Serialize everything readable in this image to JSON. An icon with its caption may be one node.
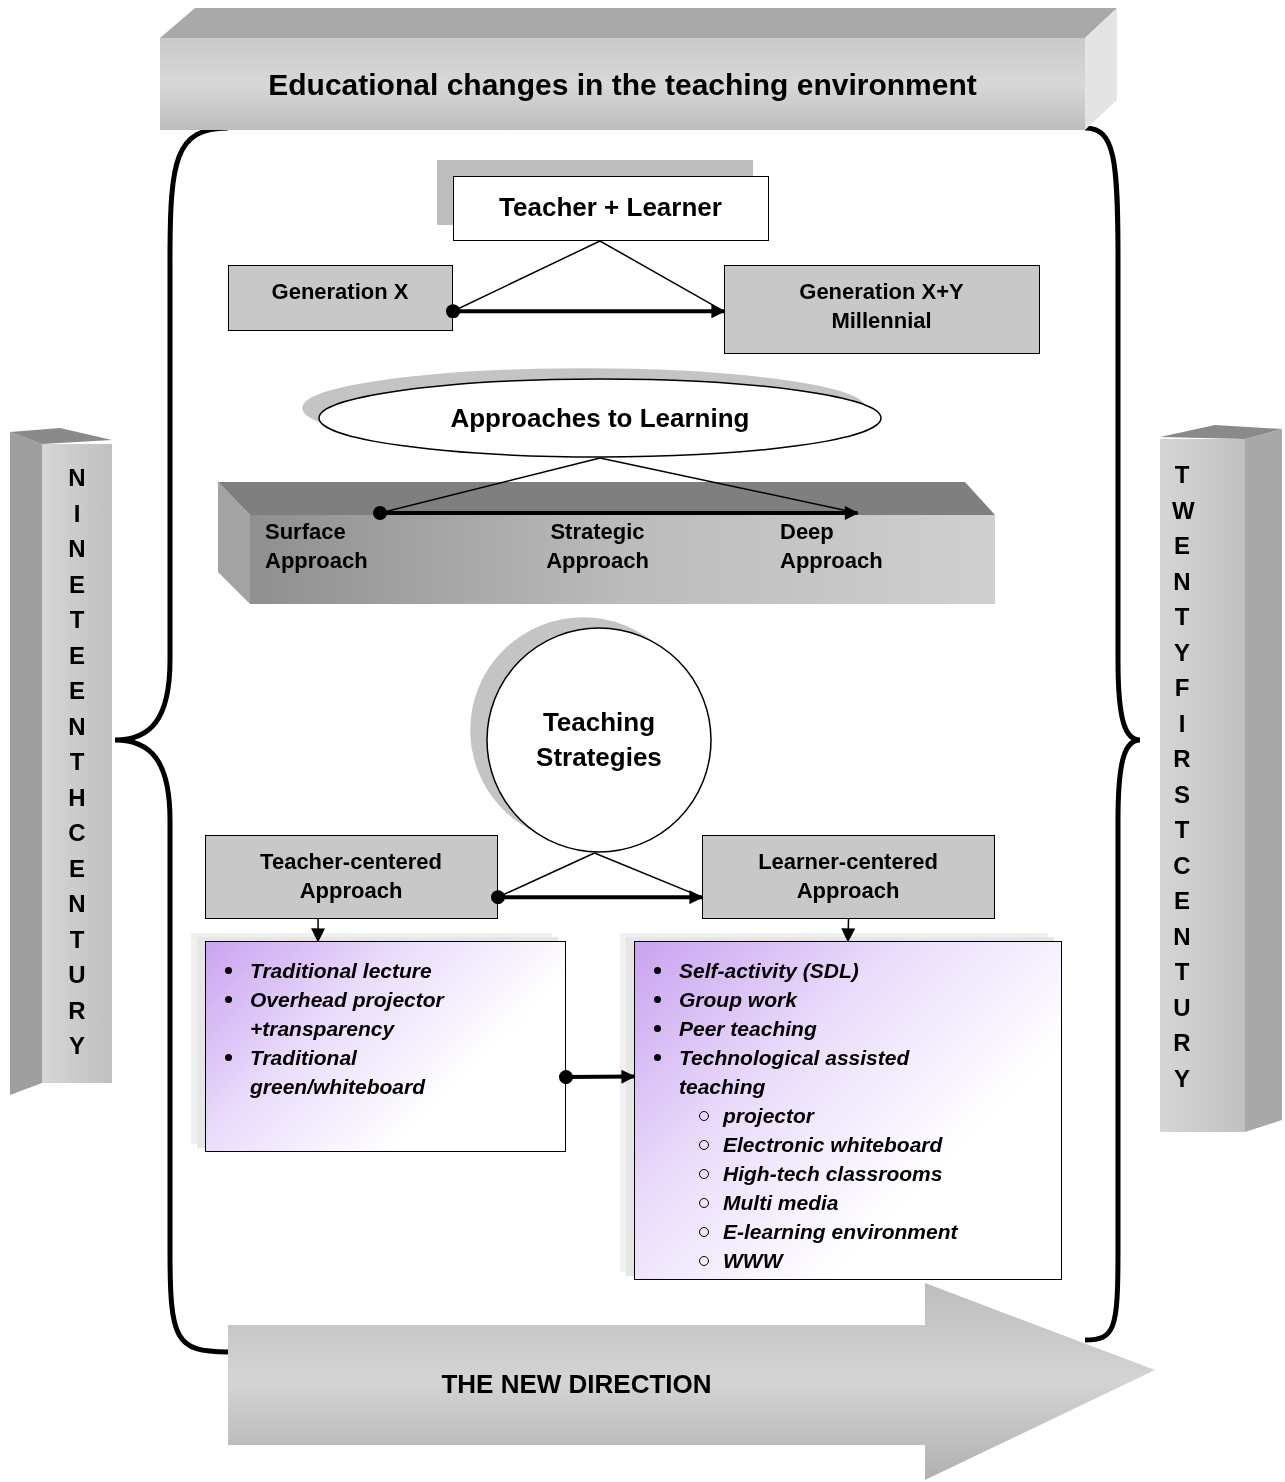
{
  "diagram": {
    "nodes": [
      {
        "text": [
          "Educational changes in the teaching environment"
        ]
      },
      {
        "text": [
          "Teacher + Learner"
        ]
      },
      {
        "text": [
          "Generation X"
        ]
      },
      {
        "text": [
          "Generation X+Y Millennial"
        ]
      },
      {
        "text": [
          "Approaches to Learning"
        ]
      },
      {
        "text": [],
        "shape": "bar"
      },
      {
        "text": [
          "Surface Approach"
        ],
        "in": 5
      },
      {
        "text": [
          "Strategic Approach"
        ],
        "in": 5
      },
      {
        "text": [
          "Deep Approach"
        ],
        "in": 5
      },
      {
        "text": [
          "Teaching Strategies"
        ]
      },
      {
        "text": [
          "Teacher-centered Approach"
        ]
      },
      {
        "text": [
          "Learner-centered Approach"
        ]
      },
      {
        "text": [
          "Traditional lecture",
          "Overhead projector +transparency",
          "Traditional green/whiteboard"
        ]
      },
      {
        "text": [
          "Self-activity (SDL)",
          "Group work",
          "Peer teaching",
          "Technological assisted teaching",
          "projector",
          "Electronic whiteboard",
          "High-tech classrooms",
          "Multi media",
          "E-learning environment",
          "WWW"
        ]
      },
      {
        "text": [
          "NINETEENTH CENTURY"
        ]
      },
      {
        "text": [
          "TWENTYFIRST CENTURY"
        ]
      },
      {
        "text": [
          "THE NEW DIRECTION"
        ]
      }
    ],
    "edges": [
      {
        "from": 1,
        "to": 2,
        "arrow": "none"
      },
      {
        "from": 1,
        "to": 3,
        "arrow": "none"
      },
      {
        "from": 2,
        "to": 3,
        "arrow": "to",
        "style": "thick"
      },
      {
        "from": 4,
        "to": 6,
        "arrow": "none"
      },
      {
        "from": 4,
        "to": 8,
        "arrow": "none"
      },
      {
        "from": 6,
        "to": 8,
        "arrow": "to",
        "style": "thick"
      },
      {
        "from": 9,
        "to": 10,
        "arrow": "none"
      },
      {
        "from": 9,
        "to": 11,
        "arrow": "none"
      },
      {
        "from": 10,
        "to": 11,
        "arrow": "to",
        "style": "thick"
      },
      {
        "from": 10,
        "to": 12,
        "arrow": "to"
      },
      {
        "from": 11,
        "to": 13,
        "arrow": "to"
      },
      {
        "from": 12,
        "to": 13,
        "arrow": "to",
        "style": "thick"
      }
    ]
  }
}
